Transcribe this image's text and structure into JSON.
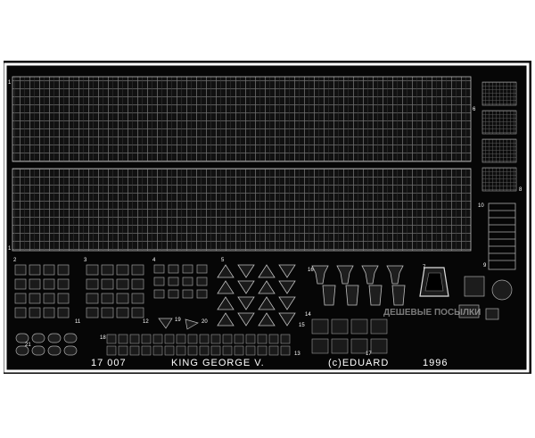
{
  "fret": {
    "code": "17 007",
    "title": "KING GEORGE V.",
    "maker": "(c)EDUARD",
    "year": "1996",
    "part_numbers": [
      "1",
      "1",
      "2",
      "3",
      "4",
      "5",
      "6",
      "7",
      "8",
      "9",
      "10",
      "11",
      "12",
      "13",
      "14",
      "15",
      "16",
      "17",
      "18",
      "19",
      "20",
      "21"
    ]
  },
  "watermark": {
    "top": "ДЕШЕВЫЕ ПОСЫЛКИ"
  },
  "colors": {
    "fret_black": "#050505",
    "etch_gray": "#2a2a2a",
    "background": "#ffffff"
  }
}
